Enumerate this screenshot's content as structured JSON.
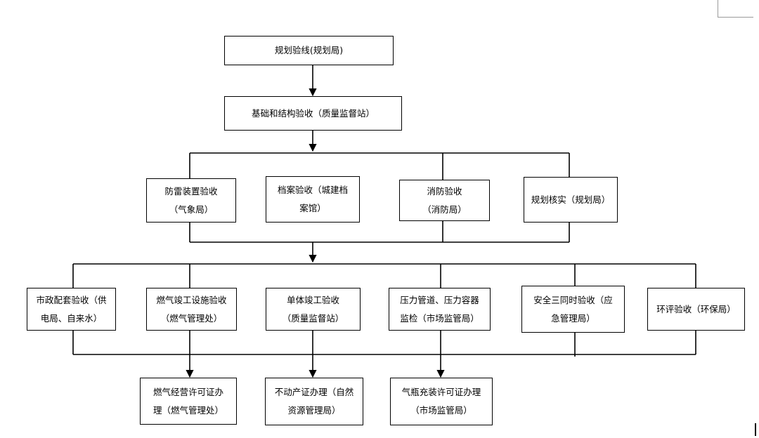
{
  "diagram": {
    "nodes": {
      "planning_line": "规划验线(规划局)",
      "foundation": "基础和结构验收（质量监督站）",
      "lightning": "防雷装置验收\n（气象局）",
      "archives": "档案验收（城建档\n案馆）",
      "fire": "消防验收\n（消防局）",
      "planning_verify": "规划核实（规划局）",
      "municipal": "市政配套验收（供\n电局、自来水）",
      "gas_facility": "燃气竣工设施验收\n（燃气管理处）",
      "single_building": "单体竣工验收\n（质量监督站）",
      "pressure": "压力管道、压力容器\n监检（市场监管局）",
      "safety": "安全三同时验收（应\n急管理局）",
      "environment": "环评验收（环保局）",
      "gas_license": "燃气经营许可证办\n理（燃气管理处）",
      "property_cert": "不动产证办理（自然\n资源管理局）",
      "cylinder_license": "气瓶充装许可证办理\n（市场监管局）"
    }
  }
}
